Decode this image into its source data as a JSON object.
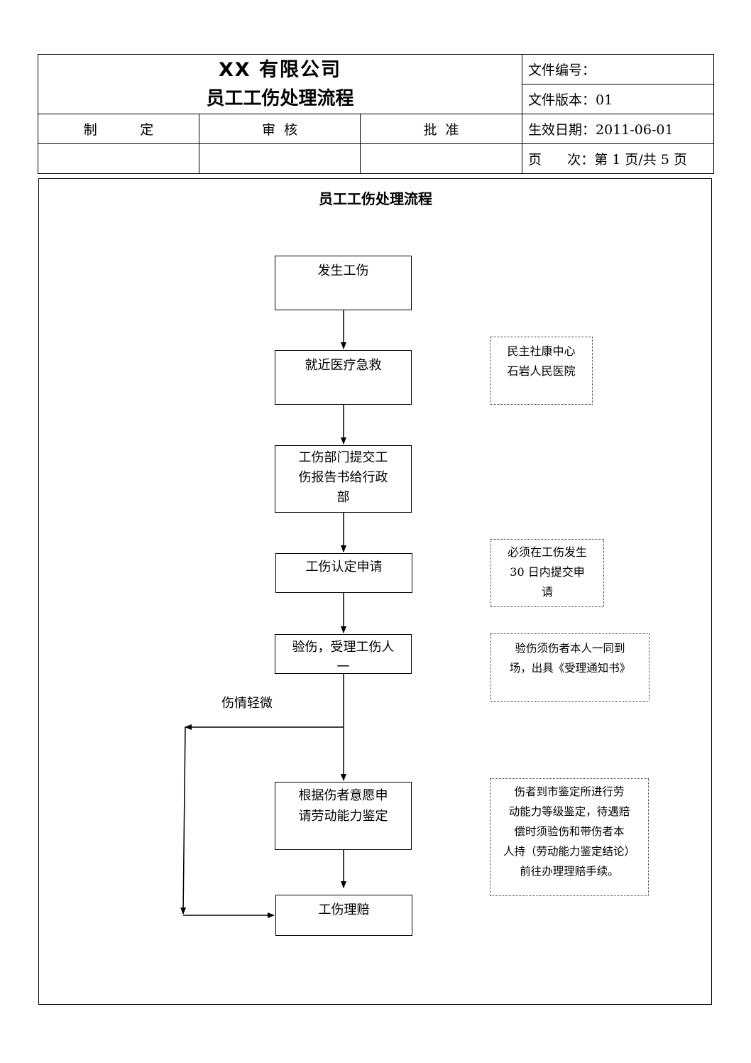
{
  "header": {
    "company_name": "XX 有限公司",
    "doc_title": "员工工伤处理流程",
    "doc_number_label": "文件编号：",
    "doc_version": "文件版本：01",
    "effective_date": "生效日期：2011-06-01",
    "page_info": "页      次：第 1 页/共 5 页",
    "made_by_label": "制          定",
    "reviewed_by_label": "审  核",
    "approved_by_label": "批  准"
  },
  "flow": {
    "title": "员工工伤处理流程",
    "steps": [
      {
        "lines": [
          "发生工伤"
        ]
      },
      {
        "lines": [
          "就近医疗急救"
        ]
      },
      {
        "lines": [
          "工伤部门提交工",
          "伤报告书给行政",
          "部"
        ]
      },
      {
        "lines": [
          "工伤认定申请"
        ]
      },
      {
        "lines": [
          "验伤，受理工伤人",
          "一"
        ]
      },
      {
        "lines": [
          "根据伤者意愿申",
          "请劳动能力鉴定"
        ]
      },
      {
        "lines": [
          "工伤理赔"
        ]
      }
    ],
    "notes": [
      {
        "lines": [
          "民主社康中心",
          "石岩人民医院"
        ]
      },
      {
        "lines": [
          "必须在工伤发生",
          "30 日内提交申",
          "请"
        ]
      },
      {
        "lines": [
          "验伤须伤者本人一同到",
          "场，出具《受理通知书》"
        ]
      },
      {
        "lines": [
          "伤者到市鉴定所进行劳",
          "动能力等级鉴定，待遇赔",
          "偿时须验伤和带伤者本",
          "人持（劳动能力鉴定结论）",
          "前往办理理赔手续。"
        ]
      }
    ],
    "branch_label": "伤情轻微"
  }
}
